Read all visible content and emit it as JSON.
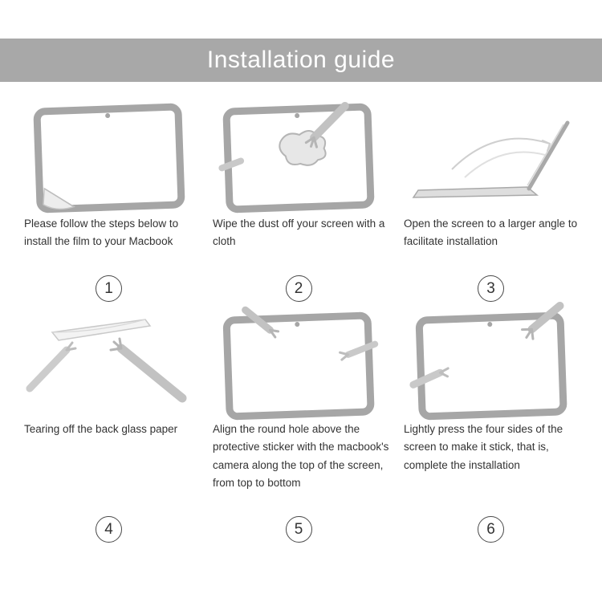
{
  "header": {
    "title": "Installation guide",
    "bg_color": "#a8a8a8",
    "text_color": "#ffffff"
  },
  "steps": [
    {
      "number": "1",
      "icon": "macbook-screen-film-peel-icon",
      "text": "Please follow the steps below to install the film to your Macbook"
    },
    {
      "number": "2",
      "icon": "hand-wiping-screen-cloth-icon",
      "text": "Wipe the dust off your screen with a cloth"
    },
    {
      "number": "3",
      "icon": "laptop-open-wide-angle-icon",
      "text": "Open the screen to a larger angle to facilitate installation"
    },
    {
      "number": "4",
      "icon": "hands-tearing-back-paper-icon",
      "text": "Tearing off the back glass paper"
    },
    {
      "number": "5",
      "icon": "hands-aligning-film-on-screen-icon",
      "text": "Align the round hole above the protective sticker with the macbook's camera along the top of the screen, from top to bottom"
    },
    {
      "number": "6",
      "icon": "hands-pressing-screen-sides-icon",
      "text": "Lightly press the four sides of the screen to make it stick, that is, complete the installation"
    }
  ]
}
